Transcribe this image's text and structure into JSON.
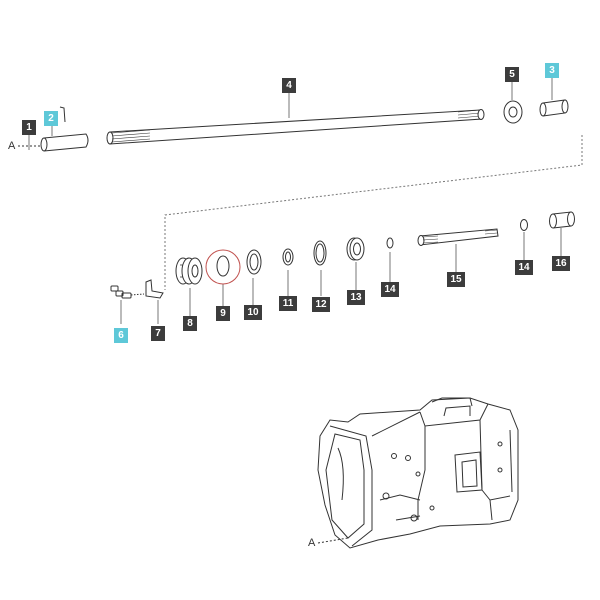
{
  "diagram": {
    "reference_label": "A",
    "colors": {
      "callout_default": "#3c3c3c",
      "callout_highlight": "#5ec8d8",
      "line_art": "#333333",
      "selection_circle": "#c0504d"
    },
    "callouts": [
      {
        "id": "c1",
        "label": "1",
        "highlight": false
      },
      {
        "id": "c2",
        "label": "2",
        "highlight": true
      },
      {
        "id": "c3",
        "label": "3",
        "highlight": true
      },
      {
        "id": "c4",
        "label": "4",
        "highlight": false
      },
      {
        "id": "c5",
        "label": "5",
        "highlight": false
      },
      {
        "id": "c6",
        "label": "6",
        "highlight": true
      },
      {
        "id": "c7",
        "label": "7",
        "highlight": false
      },
      {
        "id": "c8",
        "label": "8",
        "highlight": false
      },
      {
        "id": "c9",
        "label": "9",
        "highlight": false
      },
      {
        "id": "c10",
        "label": "10",
        "highlight": false
      },
      {
        "id": "c11",
        "label": "11",
        "highlight": false
      },
      {
        "id": "c12",
        "label": "12",
        "highlight": false
      },
      {
        "id": "c13",
        "label": "13",
        "highlight": false
      },
      {
        "id": "c14a",
        "label": "14",
        "highlight": false
      },
      {
        "id": "c15",
        "label": "15",
        "highlight": false
      },
      {
        "id": "c14b",
        "label": "14",
        "highlight": false
      },
      {
        "id": "c16",
        "label": "16",
        "highlight": false
      }
    ]
  }
}
